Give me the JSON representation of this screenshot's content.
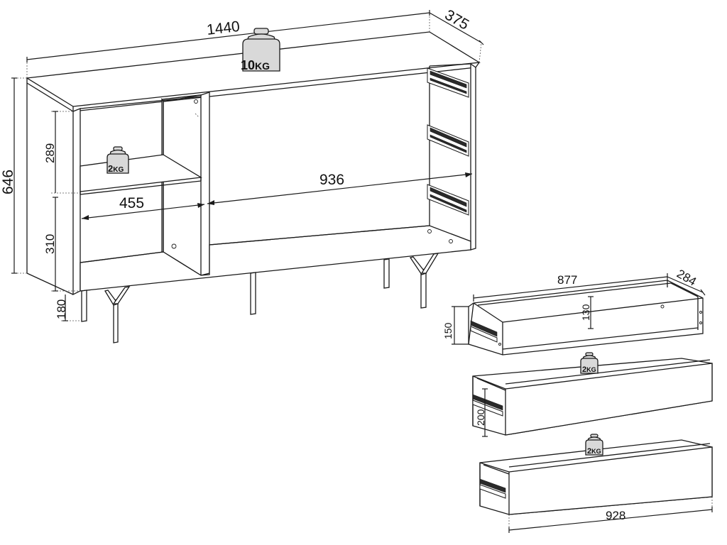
{
  "dimensions": {
    "width": "1440",
    "depth": "375",
    "height": "646",
    "upper_shelf_height": "289",
    "lower_shelf_height": "310",
    "leg_height": "180",
    "left_compartment_width": "455",
    "right_compartment_width": "936",
    "drawer_width": "877",
    "drawer_depth": "284",
    "drawer_side_height": "150",
    "drawer_inner_height": "130",
    "drawer_front_height": "200",
    "drawer_front_width": "928"
  },
  "weights": {
    "top_load": {
      "number": "10",
      "unit": "KG"
    },
    "shelf_load": {
      "number": "2",
      "unit": "KG"
    },
    "drawer_middle_load": {
      "number": "2",
      "unit": "KG"
    },
    "drawer_bottom_load": {
      "number": "2",
      "unit": "KG"
    }
  }
}
